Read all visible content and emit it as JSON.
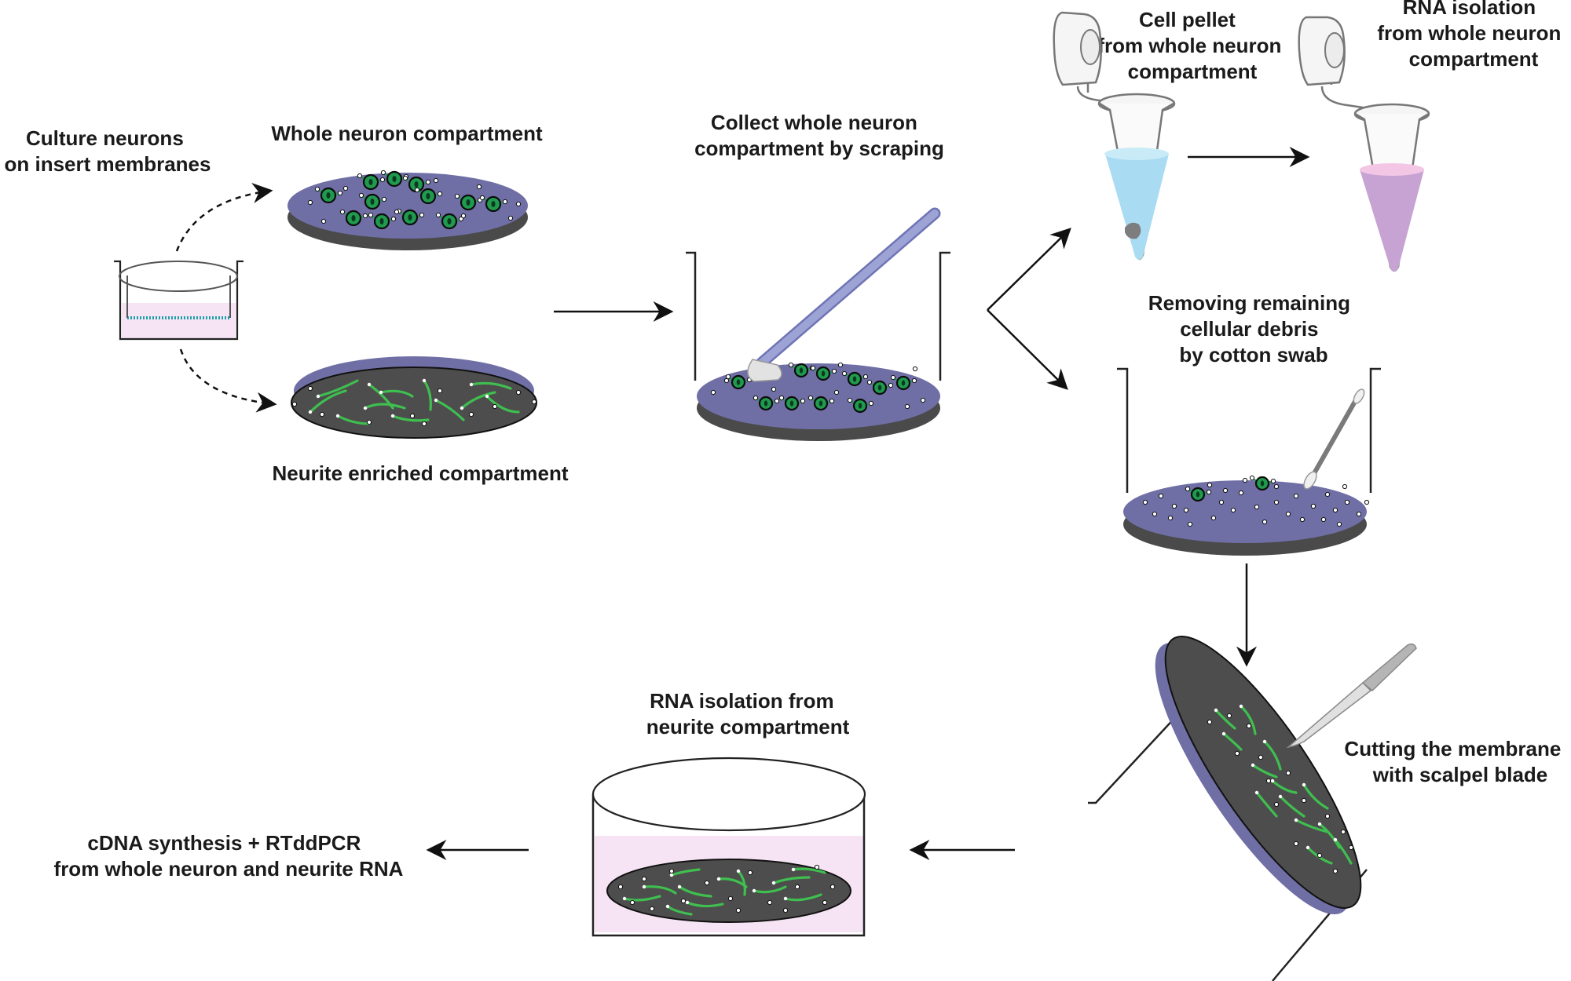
{
  "labels": {
    "culture": [
      "Culture neurons",
      "on insert membranes"
    ],
    "whole_compartment": [
      "Whole neuron compartment"
    ],
    "neurite_compartment": [
      "Neurite enriched compartment"
    ],
    "collect": [
      "Collect whole neuron",
      "compartment by scraping"
    ],
    "cell_pellet": [
      "Cell pellet",
      "from whole neuron",
      "compartment"
    ],
    "rna_whole": [
      "RNA isolation",
      "from whole neuron",
      "compartment"
    ],
    "removing": [
      "Removing remaining",
      "cellular debris",
      "by cotton swab"
    ],
    "cutting": [
      "Cutting the membrane",
      "with scalpel blade"
    ],
    "rna_neurite": [
      "RNA isolation from",
      "neurite compartment"
    ],
    "cdna": [
      "cDNA synthesis + RTddPCR",
      "from whole neuron and neurite RNA"
    ]
  },
  "colors": {
    "membrane_purple": "#6f6fa6",
    "membrane_dark": "#4a4a4a",
    "neurite_dark": "#4d4d4d",
    "neuron_green": "#1f9a4e",
    "neurite_green": "#3fbf4f",
    "medium_pink": "#f6e4f5",
    "buffer_blue": "#a9dcf2",
    "lysate_purple": "#c7a3d3",
    "tool_lavender": "#9ea3d6",
    "scalpel_grey": "#c8c8c8"
  }
}
